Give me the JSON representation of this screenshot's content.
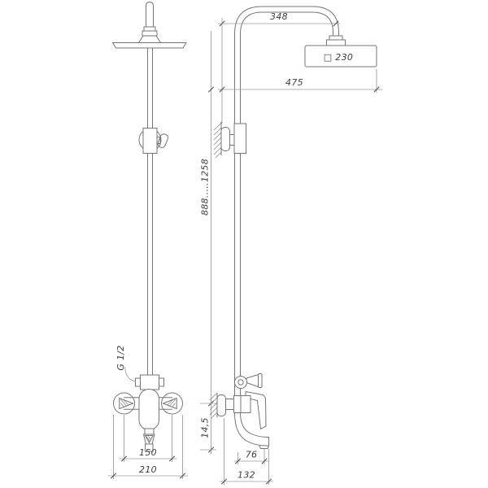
{
  "drawing": {
    "title": "shower-system-technical-drawing",
    "front_view": {
      "thread_label": "G 1/2",
      "dim_handle_spacing": "150",
      "dim_overall_width": "210"
    },
    "side_view": {
      "dim_arm_offset": "348",
      "dim_head_size": "□ 230",
      "dim_head_reach": "475",
      "dim_height_range": "888.....1258",
      "dim_spout_drop": "14,5",
      "dim_spout_reach": "76",
      "dim_overall_depth": "132"
    },
    "colors": {
      "background": "#ffffff",
      "outline": "#757575",
      "dimension_line": "#9b9b9b",
      "text": "#3f3f3f"
    }
  }
}
